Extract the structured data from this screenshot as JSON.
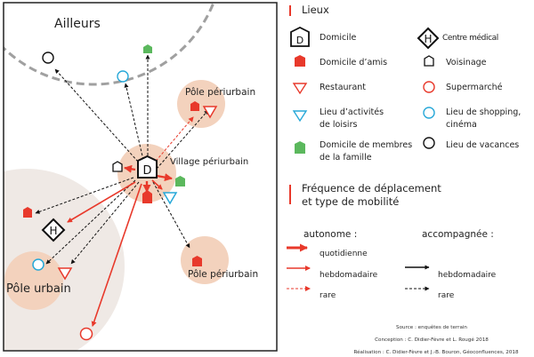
{
  "colors": {
    "red": "#e8392b",
    "black": "#111111",
    "cyan": "#27a8d8",
    "green": "#5bb85d",
    "pole_fill": "#f3d2bd",
    "urban_area_fill": "#efe9e5",
    "boundary_gray": "#a0a0a0"
  },
  "map": {
    "zone_labels": {
      "elsewhere": "Ailleurs",
      "village": "Village périurbain",
      "pole_periurbain_north": "Pôle périurbain",
      "pole_periurbain_south": "Pôle périurbain",
      "pole_urbain": "Pôle urbain"
    },
    "home_symbol_letter": "D",
    "medical_symbol_letter": "H"
  },
  "legend": {
    "places": {
      "heading": "Lieux",
      "items": [
        {
          "icon": "domicile-icon",
          "label": "Domicile"
        },
        {
          "icon": "centre-medical-icon",
          "label": "Centre médical"
        },
        {
          "icon": "domicile-amis-icon",
          "label": "Domicile d’amis"
        },
        {
          "icon": "voisinage-icon",
          "label": "Voisinage"
        },
        {
          "icon": "restaurant-icon",
          "label": "Restaurant"
        },
        {
          "icon": "supermarche-icon",
          "label": "Supermarché"
        },
        {
          "icon": "loisirs-icon",
          "label_line1": "Lieu d’activités",
          "label_line2": "de loisirs"
        },
        {
          "icon": "shopping-icon",
          "label_line1": "Lieu de shopping,",
          "label_line2": "cinéma"
        },
        {
          "icon": "famille-icon",
          "label_line1": "Domicile de membres",
          "label_line2": "de la famille"
        },
        {
          "icon": "vacances-icon",
          "label": "Lieu de vacances"
        }
      ]
    },
    "mobility": {
      "heading_line1": "Fréquence de déplacement",
      "heading_line2": "et type de mobilité",
      "autonomous": {
        "title": "autonome :",
        "items": [
          "quotidienne",
          "hebdomadaire",
          "rare"
        ]
      },
      "accompanied": {
        "title": "accompagnée :",
        "items": [
          "hebdomadaire",
          "rare"
        ]
      }
    }
  },
  "credits": {
    "source": "Source : enquêtes de terrain",
    "conception": "Conception : C. Didier-Fèvre et L. Rougé 2018",
    "realisation": "Réalisation : C. Didier-Fèvre et J.-B. Bouron, Géoconfluences, 2018"
  }
}
